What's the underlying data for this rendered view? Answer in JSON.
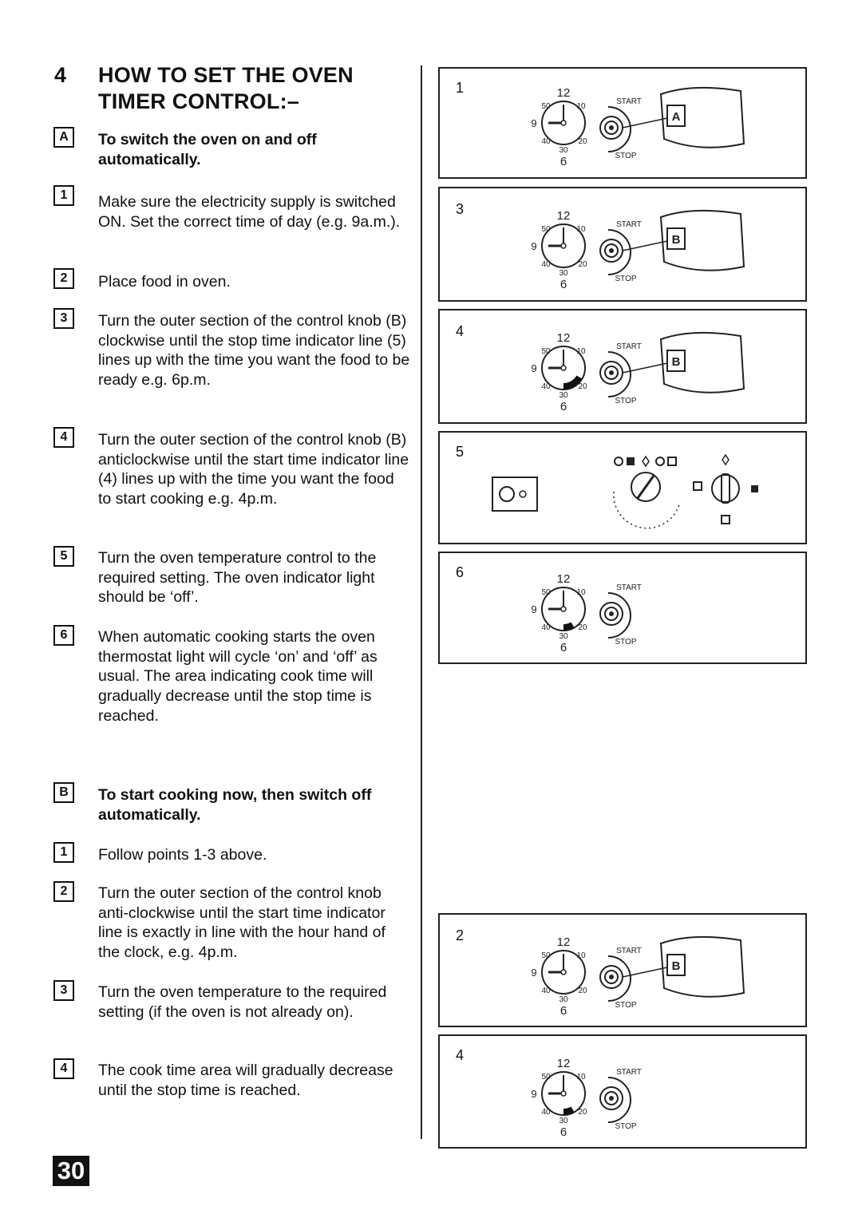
{
  "heading": {
    "number": "4",
    "title": "HOW TO SET THE OVEN TIMER CONTROL:–"
  },
  "section_a": {
    "marker": "A",
    "title": "To switch the oven on and off automatically.",
    "steps": [
      {
        "marker": "1",
        "text": "Make sure the electricity supply is switched ON. Set the correct time of day (e.g. 9a.m.)."
      },
      {
        "marker": "2",
        "text": "Place food in oven."
      },
      {
        "marker": "3",
        "text": "Turn the outer section of the control knob (B) clockwise until the stop time indicator line (5) lines up with the time you want the food to be ready e.g. 6p.m."
      },
      {
        "marker": "4",
        "text": "Turn the outer section of the control knob (B) anticlockwise until the start time indicator line (4) lines up with the time you want the food to start cooking e.g. 4p.m."
      },
      {
        "marker": "5",
        "text": "Turn the oven temperature control to the required setting. The oven indicator light should be ‘off’."
      },
      {
        "marker": "6",
        "text": "When automatic cooking starts the oven thermostat light will cycle ‘on’ and ‘off’ as usual. The area indicating cook time will gradually decrease until the stop time is reached."
      }
    ]
  },
  "section_b": {
    "marker": "B",
    "title": "To start cooking now, then switch off automatically.",
    "steps": [
      {
        "marker": "1",
        "text": "Follow points 1-3 above."
      },
      {
        "marker": "2",
        "text": "Turn the outer section of the control knob anti-clockwise until the start time indicator line is exactly in line with the hour hand of the clock, e.g. 4p.m."
      },
      {
        "marker": "3",
        "text": "Turn the oven temperature to the required setting (if the oven is not already on)."
      },
      {
        "marker": "4",
        "text": "The cook time area will gradually decrease until the stop time is reached."
      }
    ]
  },
  "figures": [
    {
      "number": "1",
      "button_letter": "A"
    },
    {
      "number": "3",
      "button_letter": "B"
    },
    {
      "number": "4",
      "button_letter": "B"
    },
    {
      "number": "5"
    },
    {
      "number": "6"
    },
    {
      "number": "2",
      "button_letter": "B"
    },
    {
      "number": "4"
    }
  ],
  "clock_labels": {
    "twelve": "12",
    "six": "6",
    "nine": "9",
    "fifty": "50",
    "ten": "10",
    "forty": "40",
    "twenty": "20",
    "thirty": "30",
    "start": "START",
    "stop": "STOP"
  },
  "page_number": "30"
}
